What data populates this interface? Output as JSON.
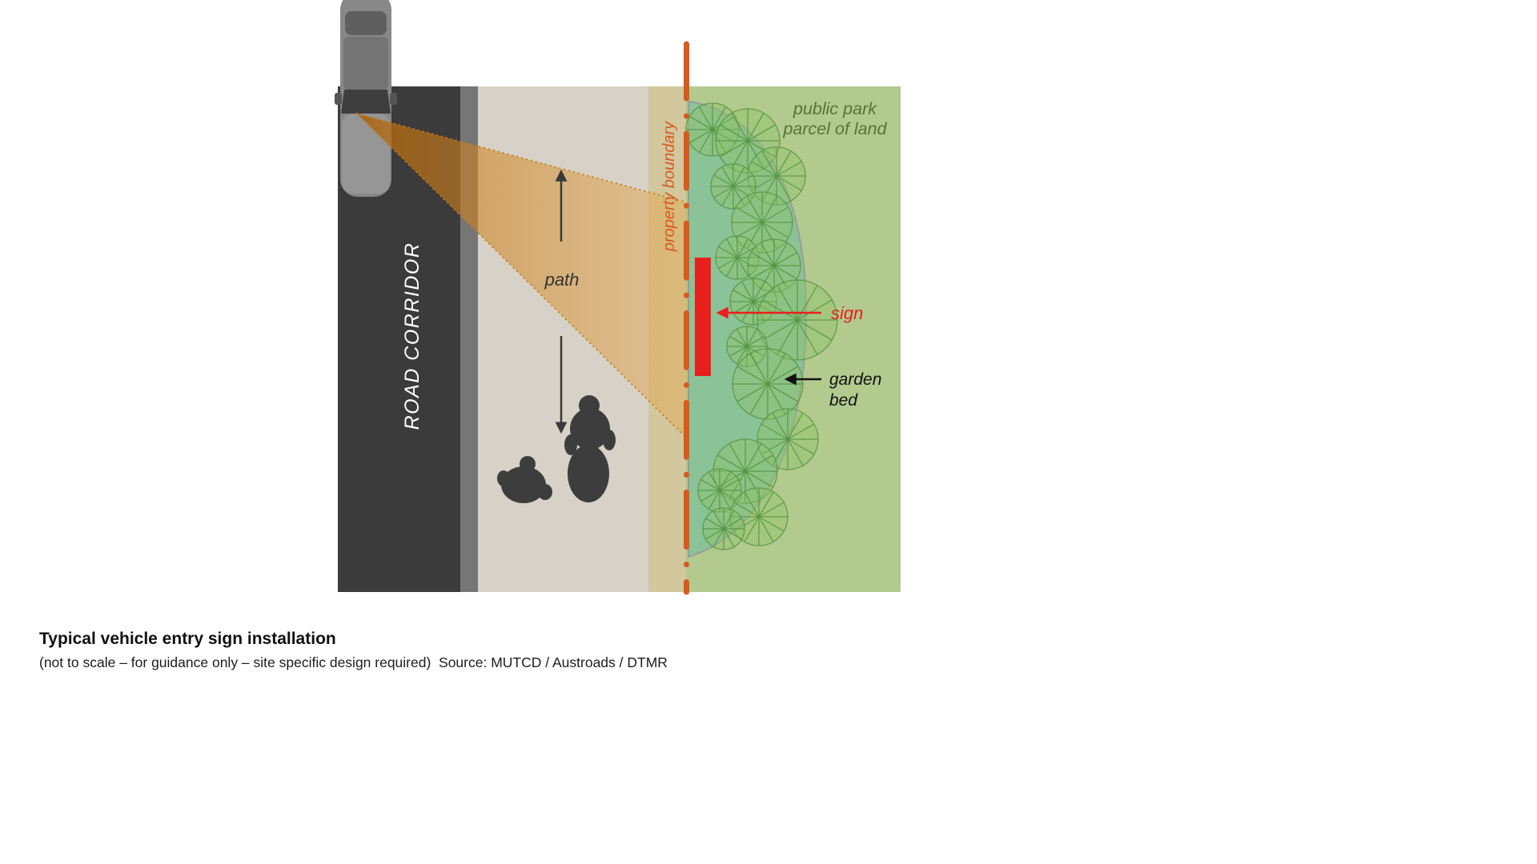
{
  "caption": {
    "title": "Typical vehicle entry sign installation",
    "subtitle": "(not to scale – for guidance only – site specific design required)  Source: MUTCD / Austroads / DTMR"
  },
  "labels": {
    "road_corridor": "ROAD CORRIDOR",
    "path": "path",
    "property_boundary": "property boundary",
    "public_park_line1": "public park",
    "public_park_line2": "parcel of land",
    "sign": "sign",
    "garden_bed_line1": "garden",
    "garden_bed_line2": "bed"
  },
  "colors": {
    "road": "#3b3b3b",
    "road_shoulder": "#767676",
    "path": "#d7d2c7",
    "verge": "#d2c79d",
    "park": "#b2ca8d",
    "garden_bed": "#7cbf9b",
    "tree": "#6fae55",
    "property_boundary": "#d85a1e",
    "sign": "#e8201c",
    "sight_cone": "#d8882b",
    "park_label_text": "#5b7037",
    "figure_silhouette": "#3d3d3d",
    "caption_text": "#111111"
  },
  "figures": [
    "car-top-view",
    "sight-line-cone",
    "pedestrians-top-view",
    "trees",
    "garden-bed-crescent"
  ]
}
